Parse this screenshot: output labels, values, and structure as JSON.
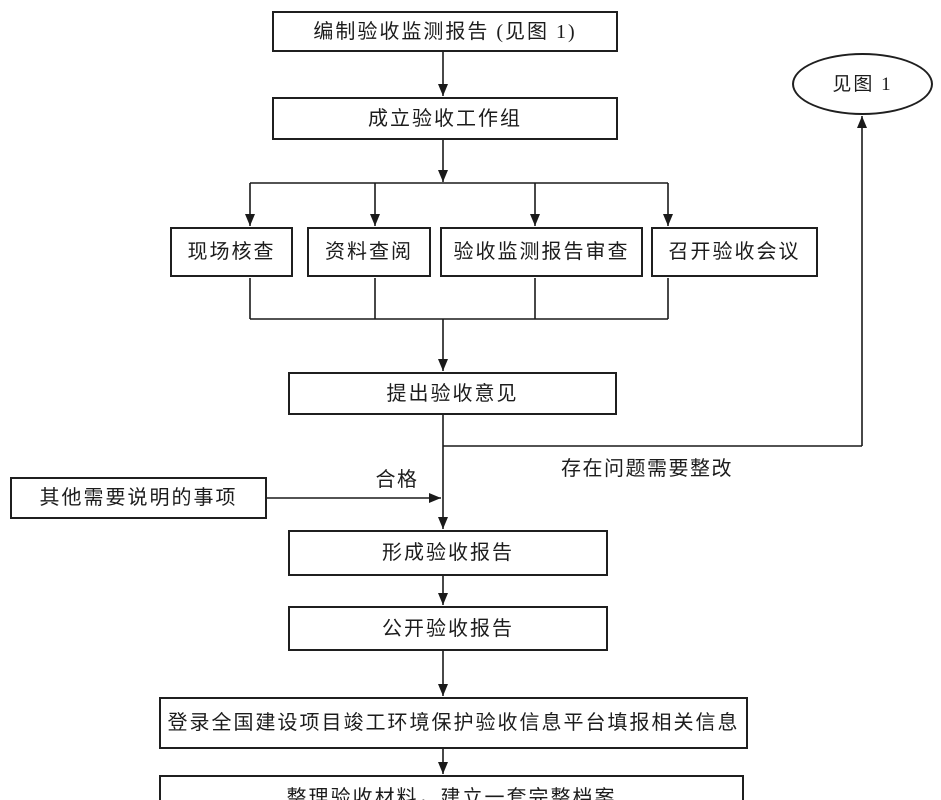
{
  "diagram": {
    "type": "flowchart",
    "colors": {
      "background": "#ffffff",
      "line": "#1a1a1a",
      "box_border": "#1f1f1f",
      "text": "#1c1c1c"
    },
    "nodes": {
      "compile_report": "编制验收监测报告 (见图 1)",
      "form_workgroup": "成立验收工作组",
      "site_check": "现场核查",
      "doc_review": "资料查阅",
      "report_review": "验收监测报告审查",
      "acceptance_meeting": "召开验收会议",
      "propose_opinion": "提出验收意见",
      "other_matters": "其他需要说明的事项",
      "form_report": "形成验收报告",
      "publish_report": "公开验收报告",
      "platform_login": "登录全国建设项目竣工环境保护验收信息平台填报相关信息",
      "archive": "整理验收材料，建立一套完整档案",
      "see_figure_terminal": "见图 1"
    },
    "edge_labels": {
      "qualified": "合格",
      "needs_rectification": "存在问题需要整改"
    },
    "edges": [
      {
        "from": "compile_report",
        "to": "form_workgroup",
        "label": ""
      },
      {
        "from": "form_workgroup",
        "to": "site_check",
        "label": ""
      },
      {
        "from": "form_workgroup",
        "to": "doc_review",
        "label": ""
      },
      {
        "from": "form_workgroup",
        "to": "report_review",
        "label": ""
      },
      {
        "from": "form_workgroup",
        "to": "acceptance_meeting",
        "label": ""
      },
      {
        "from": "site_check",
        "to": "propose_opinion",
        "label": ""
      },
      {
        "from": "doc_review",
        "to": "propose_opinion",
        "label": ""
      },
      {
        "from": "report_review",
        "to": "propose_opinion",
        "label": ""
      },
      {
        "from": "acceptance_meeting",
        "to": "propose_opinion",
        "label": ""
      },
      {
        "from": "propose_opinion",
        "to": "form_report",
        "label": "合格"
      },
      {
        "from": "propose_opinion",
        "to": "see_figure_terminal",
        "label": "存在问题需要整改"
      },
      {
        "from": "other_matters",
        "to": "form_report",
        "label": ""
      },
      {
        "from": "form_report",
        "to": "publish_report",
        "label": ""
      },
      {
        "from": "publish_report",
        "to": "platform_login",
        "label": ""
      },
      {
        "from": "platform_login",
        "to": "archive",
        "label": ""
      }
    ]
  }
}
